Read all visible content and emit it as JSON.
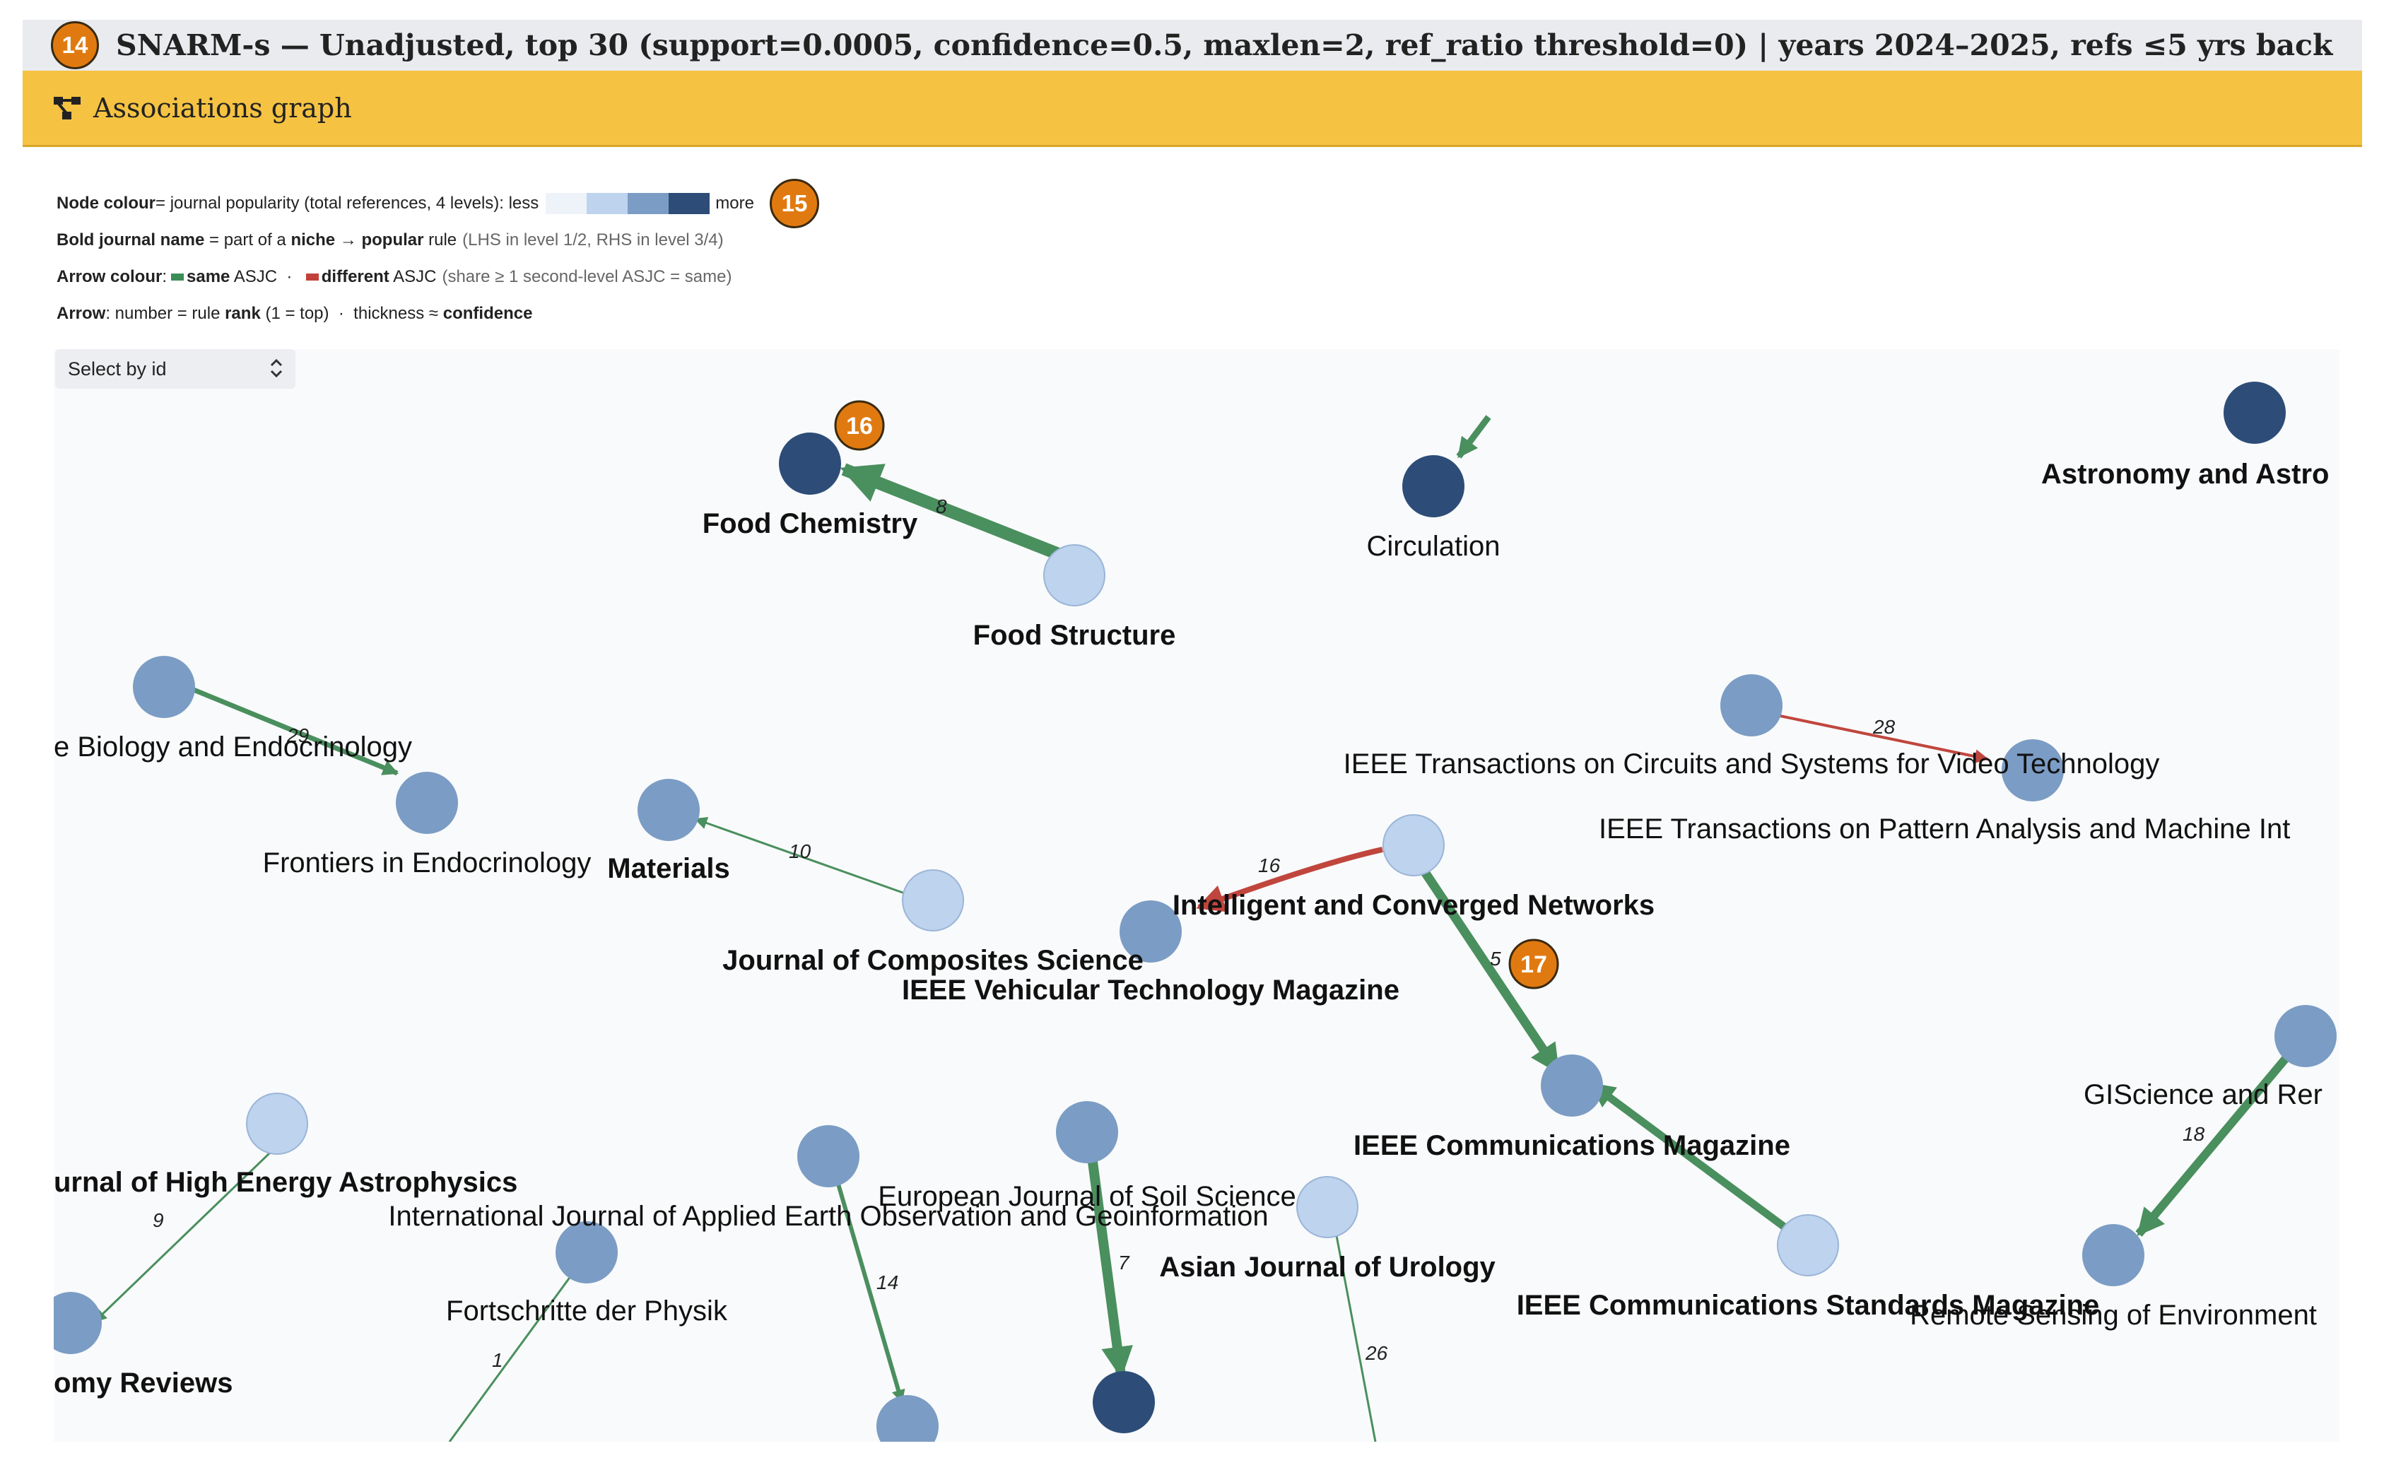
{
  "header": {
    "badge": "14",
    "title": "SNARM-s — Unadjusted, top 30 (support=0.0005, confidence=0.5, maxlen=2, ref_ratio threshold=0) | years 2024–2025, refs ≤5 yrs back"
  },
  "panel": {
    "icon": "network-graph-icon",
    "title": "Associations graph"
  },
  "legend": {
    "row1": {
      "key": "Node colour",
      "text": " = journal popularity (total references, 4 levels): less",
      "more": "more",
      "badge": "15"
    },
    "row2": {
      "key": "Bold journal name",
      "text1": " = part of a ",
      "niche": "niche",
      "arrow": " → ",
      "popular": "popular",
      "text2": " rule",
      "muted": "(LHS in level 1/2, RHS in level 3/4)"
    },
    "row3": {
      "key": "Arrow colour",
      "sep": ":",
      "same": "same",
      "asjc1": " ASJC  ·  ",
      "different": "different",
      "asjc2": " ASJC",
      "muted": "(share ≥ 1 second-level ASJC = same)"
    },
    "row4": {
      "key": "Arrow",
      "text1": ": number = rule ",
      "rank": "rank",
      "text2": " (1 = top)  ·  thickness ≈ ",
      "confidence": "confidence"
    }
  },
  "select": {
    "label": "Select by id"
  },
  "colors": {
    "level1": "#eef3fa",
    "level2": "#bdd3ee",
    "level3": "#7b9cc4",
    "level4": "#2d4d78",
    "same_asjc": "#4a8f5e",
    "different_asjc": "#c0463d",
    "badge": "#e07a10"
  },
  "graph": {
    "badges": [
      "16",
      "17"
    ],
    "labels": {
      "food_chemistry": "Food Chemistry",
      "food_structure": "Food Structure",
      "circulation": "Circulation",
      "astronomy": "Astronomy and Astro",
      "biology_endo": "e Biology and Endocrinology",
      "frontiers_endo": "Frontiers in Endocrinology",
      "materials": "Materials",
      "composites": "Journal of Composites Science",
      "ieee_circuits": "IEEE Transactions on Circuits and Systems for Video Technology",
      "ieee_pami": "IEEE Transactions on Pattern Analysis and Machine Int",
      "intelligent": "Intelligent and Converged Networks",
      "ieee_vehicular": "IEEE Vehicular Technology Magazine",
      "ieee_comm_mag": "IEEE Communications Magazine",
      "giscience": "GIScience and Rer",
      "high_energy": "urnal of High Energy Astrophysics",
      "euro_soil": "European Journal of Soil Science",
      "ijaeo": "International Journal of Applied Earth Observation and Geoinformation",
      "fortschritte": "Fortschritte der Physik",
      "asian_urology": "Asian Journal of Urology",
      "ieee_comm_std": "IEEE Communications Standards Magazine",
      "remote_sensing": "Remote Sensing of Environment",
      "astronomy_reviews": "omy Reviews"
    },
    "edge_ranks": {
      "e8": "8",
      "e29": "29",
      "e10": "10",
      "e28": "28",
      "e16": "16",
      "e5": "5",
      "e18": "18",
      "e9": "9",
      "e14": "14",
      "e7": "7",
      "e26": "26",
      "e1": "1"
    }
  }
}
